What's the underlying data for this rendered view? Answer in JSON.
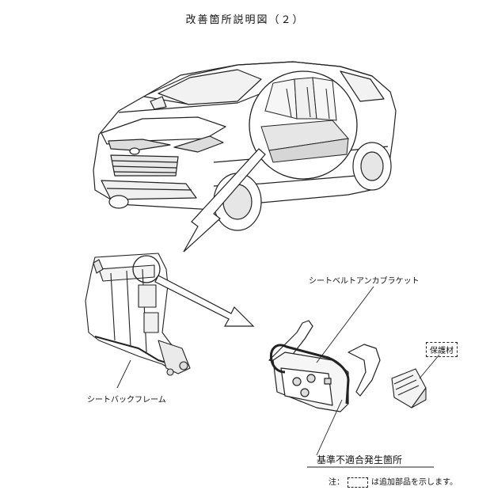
{
  "title": "改善箇所説明図（２）",
  "labels": {
    "seatbelt_bracket": "シートベルトアンカブラケット",
    "seatback_frame": "シートバックフレーム",
    "protective_material": "保護材",
    "nonconformity_location": "基準不適合発生箇所"
  },
  "note": {
    "prefix": "注：",
    "suffix": "は追加部品を示します。"
  }
}
